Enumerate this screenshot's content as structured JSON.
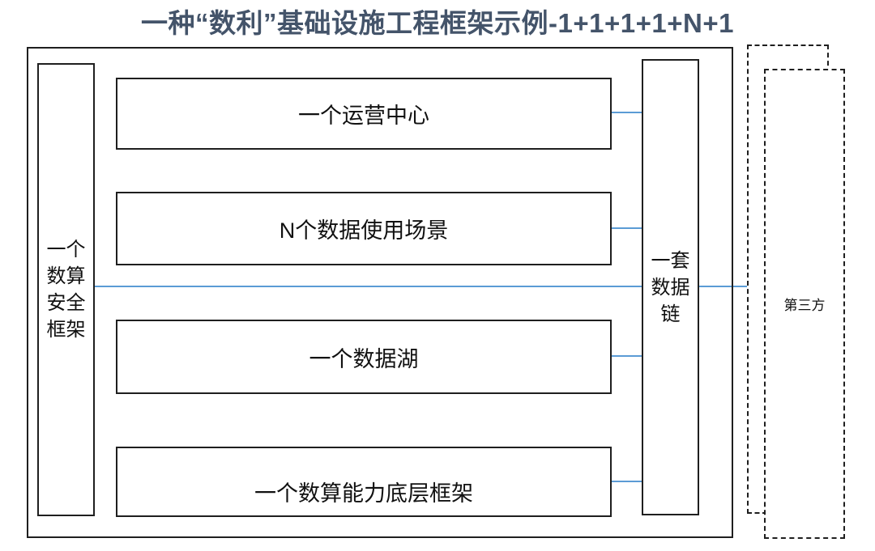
{
  "title": "一种“数利”基础设施工程框架示例-1+1+1+1+N+1",
  "security_box": {
    "label": "一个数算安全框架",
    "lines": [
      "一个",
      "数算",
      "安全",
      "框架"
    ]
  },
  "layer_boxes": [
    {
      "label": "一个运营中心"
    },
    {
      "label": "N个数据使用场景"
    },
    {
      "label": "一个数据湖"
    },
    {
      "label": "一个数算能力底层框架"
    }
  ],
  "data_chain_box": {
    "label": "一套数据链",
    "lines": [
      "一套",
      "数据",
      "链"
    ]
  },
  "third_party": {
    "label": "第三方"
  },
  "colors": {
    "title": "#44546A",
    "connector": "#5B9BD5",
    "border": "#1f1f1f"
  }
}
